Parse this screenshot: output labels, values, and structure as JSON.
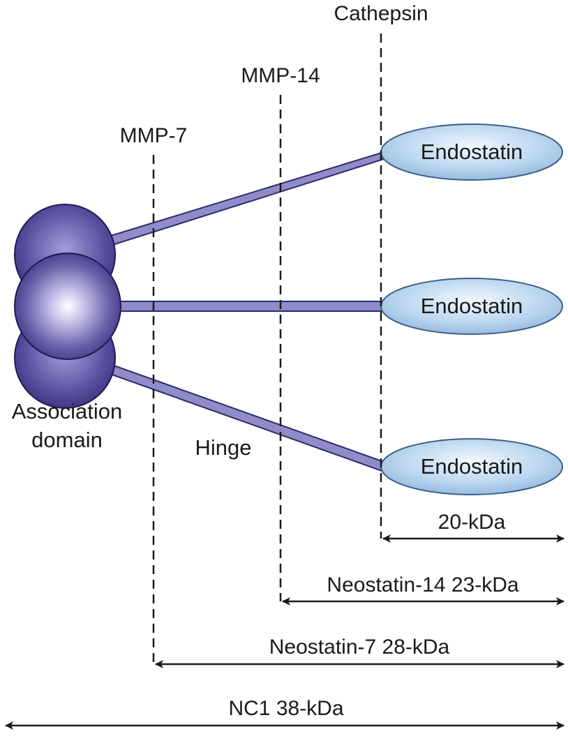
{
  "cleavage_sites": {
    "cathepsin": "Cathepsin",
    "mmp14": "MMP-14",
    "mmp7": "MMP-7"
  },
  "domains": {
    "association_line1": "Association",
    "association_line2": "domain",
    "hinge": "Hinge",
    "endostatin": [
      "Endostatin",
      "Endostatin",
      "Endostatin"
    ]
  },
  "fragments": {
    "endostatin_size": "20-kDa",
    "neostatin14": "Neostatin-14 23-kDa",
    "neostatin7": "Neostatin-7 28-kDa",
    "nc1": "NC1 38-kDa"
  },
  "colors": {
    "sphere_dark": "#3b3380",
    "sphere_mid": "#7a72b8",
    "ellipse_fill": "#a9cbe8",
    "ellipse_stroke": "#3d5f86",
    "hinge_fill": "#8f8dc9",
    "hinge_stroke": "#2e2a6b",
    "line": "#1a1a1a"
  }
}
